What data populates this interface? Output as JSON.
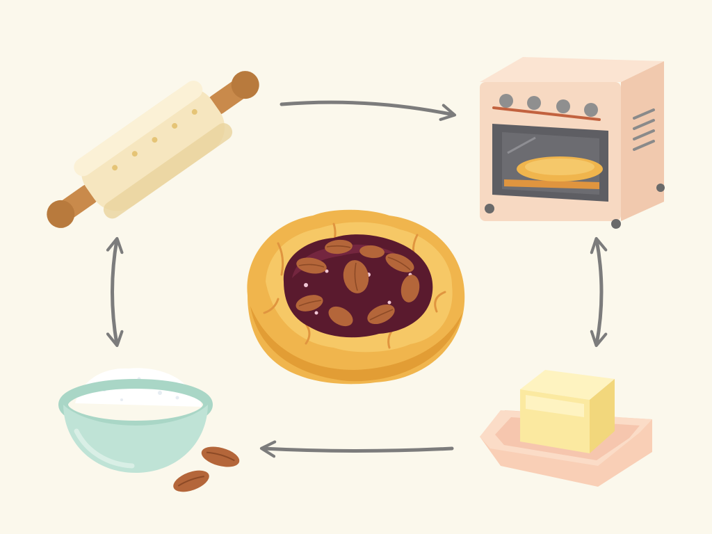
{
  "diagram": {
    "type": "cycle",
    "background": "#fbf8ec",
    "nodes": [
      {
        "id": "rolling-pin",
        "icon": "rolling-pin-icon"
      },
      {
        "id": "oven",
        "icon": "oven-icon"
      },
      {
        "id": "butter",
        "icon": "butter-block-icon"
      },
      {
        "id": "flour-bowl",
        "icon": "flour-bowl-icon"
      },
      {
        "id": "almonds",
        "icon": "almond-icon"
      }
    ],
    "center": {
      "id": "galette",
      "icon": "almond-galette-icon"
    },
    "edges": [
      {
        "from": "rolling-pin",
        "to": "oven",
        "direction": "one-way"
      },
      {
        "from": "oven",
        "to": "butter",
        "direction": "two-way"
      },
      {
        "from": "butter",
        "to": "flour-bowl",
        "direction": "one-way"
      },
      {
        "from": "flour-bowl",
        "to": "rolling-pin",
        "direction": "two-way"
      }
    ],
    "colors": {
      "arrow": "#7c7c7c",
      "dough": "#f6e6bf",
      "wood": "#c98a4b",
      "oven_body": "#f7d9c2",
      "butter": "#fbe9a0",
      "bowl": "#bfe3d6",
      "crust": "#f0b54d",
      "filling": "#5a1a2e",
      "almond": "#b4663a"
    }
  }
}
